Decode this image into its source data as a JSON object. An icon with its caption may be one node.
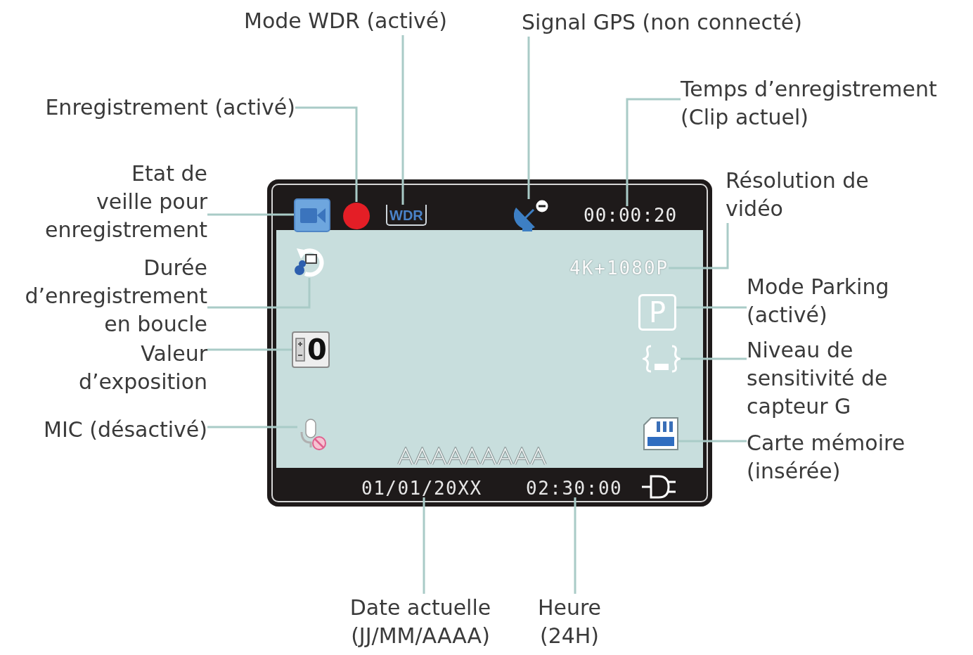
{
  "diagram": {
    "nodes": [
      {
        "text": [
          "Mode WDR (activé)"
        ]
      },
      {
        "text": [
          "Signal GPS (non connecté)"
        ]
      },
      {
        "text": [
          "Temps d’enregistrement (Clip actuel)"
        ]
      },
      {
        "text": [
          "Enregistrement (activé)"
        ]
      },
      {
        "text": [
          "Etat de veille pour enregistrement"
        ]
      },
      {
        "text": [
          "Résolution de vidéo"
        ]
      },
      {
        "text": [],
        "shape": "box"
      },
      {
        "text": [],
        "shape": "picture",
        "in": 6
      },
      {
        "text": [],
        "shape": "circle",
        "in": 6
      },
      {
        "text": [
          "WDR"
        ],
        "in": 6
      },
      {
        "text": [],
        "shape": "picture",
        "in": 6
      },
      {
        "text": [
          "00:00:20"
        ],
        "in": 6
      },
      {
        "text": [],
        "shape": "picture",
        "in": 6
      },
      {
        "text": [
          "4K+1080P"
        ],
        "in": 6
      },
      {
        "text": [
          "P"
        ],
        "in": 6
      },
      {
        "text": [
          "0"
        ],
        "in": 6
      },
      {
        "text": [],
        "shape": "picture",
        "in": 6
      },
      {
        "text": [],
        "shape": "picture",
        "in": 6
      },
      {
        "text": [],
        "shape": "picture",
        "in": 6
      },
      {
        "text": [
          "01/01/20XX"
        ],
        "in": 6
      },
      {
        "text": [
          "02:30:00"
        ],
        "in": 6
      },
      {
        "text": [
          "Durée d’enregistrement en boucle"
        ]
      },
      {
        "text": [
          "Mode Parking (activé)"
        ]
      },
      {
        "text": [
          "Valeur d’exposition"
        ]
      },
      {
        "text": [
          "Niveau de sensitivité de capteur G"
        ]
      },
      {
        "text": [
          "MIC (désactivé)"
        ]
      },
      {
        "text": [
          "Carte mémoire (insérée)"
        ]
      },
      {
        "text": [
          "Date actuelle (JJ/MM/AAAA)"
        ]
      },
      {
        "text": [
          "Heure (24H)"
        ]
      }
    ],
    "edges": [
      {
        "from": 0,
        "to": 9,
        "arrow": "none"
      },
      {
        "from": 1,
        "to": 10,
        "arrow": "none"
      },
      {
        "from": 2,
        "to": 11,
        "arrow": "none"
      },
      {
        "from": 3,
        "to": 8,
        "arrow": "none"
      },
      {
        "from": 4,
        "to": 7,
        "arrow": "none"
      },
      {
        "from": 5,
        "to": 13,
        "arrow": "none"
      },
      {
        "from": 21,
        "to": 12,
        "arrow": "none"
      },
      {
        "from": 22,
        "to": 14,
        "arrow": "none"
      },
      {
        "from": 23,
        "to": 15,
        "arrow": "none"
      },
      {
        "from": 24,
        "to": 16,
        "arrow": "none"
      },
      {
        "from": 25,
        "to": 17,
        "arrow": "none"
      },
      {
        "from": 26,
        "to": 18,
        "arrow": "none"
      },
      {
        "from": 27,
        "to": 19,
        "arrow": "none"
      },
      {
        "from": 28,
        "to": 20,
        "arrow": "none"
      }
    ]
  }
}
